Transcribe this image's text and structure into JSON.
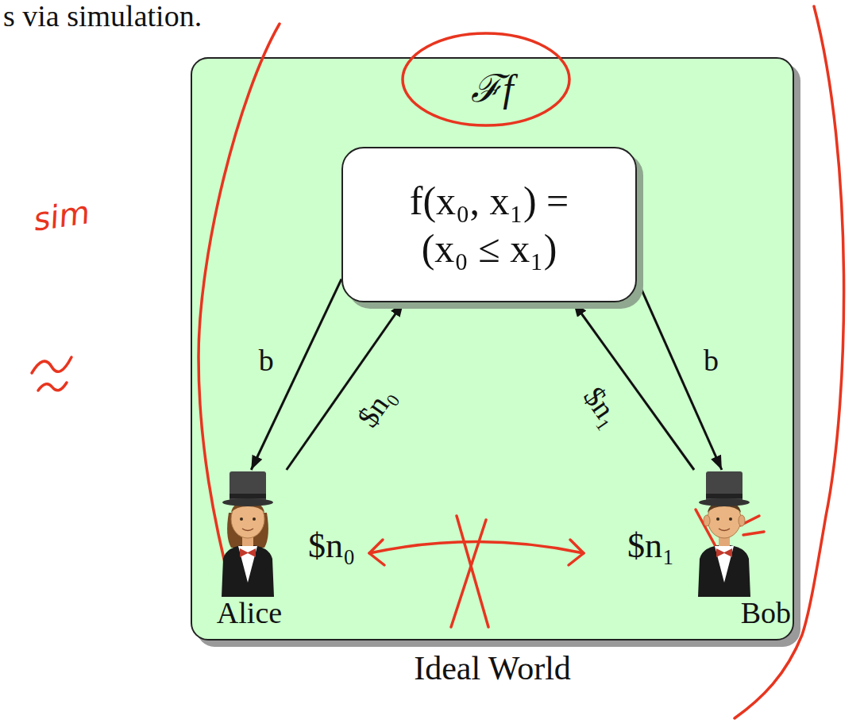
{
  "diagram": {
    "nodes": [
      {
        "text": [
          "ℱf",
          "Ideal World"
        ]
      },
      {
        "text": [
          "f(x₀, x₁) = (x₀ ≤ x₁)"
        ],
        "in": 0
      },
      {
        "text": [
          "Alice"
        ],
        "in": 0
      },
      {
        "text": [
          "Bob"
        ],
        "in": 0
      }
    ],
    "edges": [
      {
        "from": 1,
        "to": 2,
        "arrow": "to",
        "label": "b"
      },
      {
        "from": 2,
        "to": 1,
        "arrow": "to",
        "label": "$n₀"
      },
      {
        "from": 3,
        "to": 1,
        "arrow": "to",
        "label": "$n₁"
      },
      {
        "from": 1,
        "to": 3,
        "arrow": "to",
        "label": "b"
      }
    ],
    "labels": [
      "s via simulation.",
      "sim",
      "$n₀",
      "$n₁"
    ]
  }
}
